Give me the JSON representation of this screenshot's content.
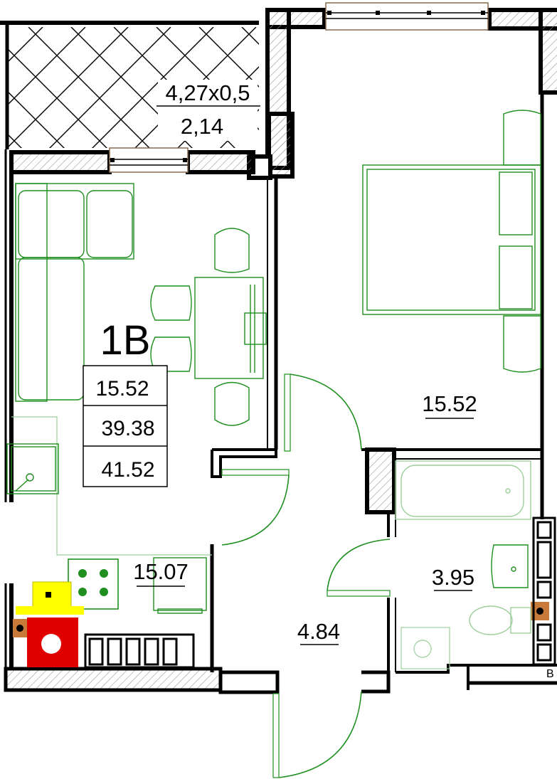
{
  "unit_label": "1B",
  "summary": {
    "living_area": "15.52",
    "total_area": "39.38",
    "total_with_balcony": "41.52"
  },
  "rooms": {
    "balcony": {
      "dimensions": "4,27x0,5",
      "area": "2,14"
    },
    "bedroom": {
      "area": "15.52"
    },
    "kitchen_living": {
      "area": "15.07"
    },
    "hallway": {
      "area": "4.84"
    },
    "bathroom": {
      "area": "3.95"
    }
  },
  "edge_text": "B",
  "colors": {
    "walls": "#000000",
    "wall_hatch": "#9a9a9a",
    "furniture": "#1f8f1f",
    "furniture_light": "#9ccf9c",
    "window_frame": "#8a6a4a",
    "electrical_panel": "#e00000",
    "boiler": "#ffff00",
    "meter_box": "#c87a3a"
  }
}
